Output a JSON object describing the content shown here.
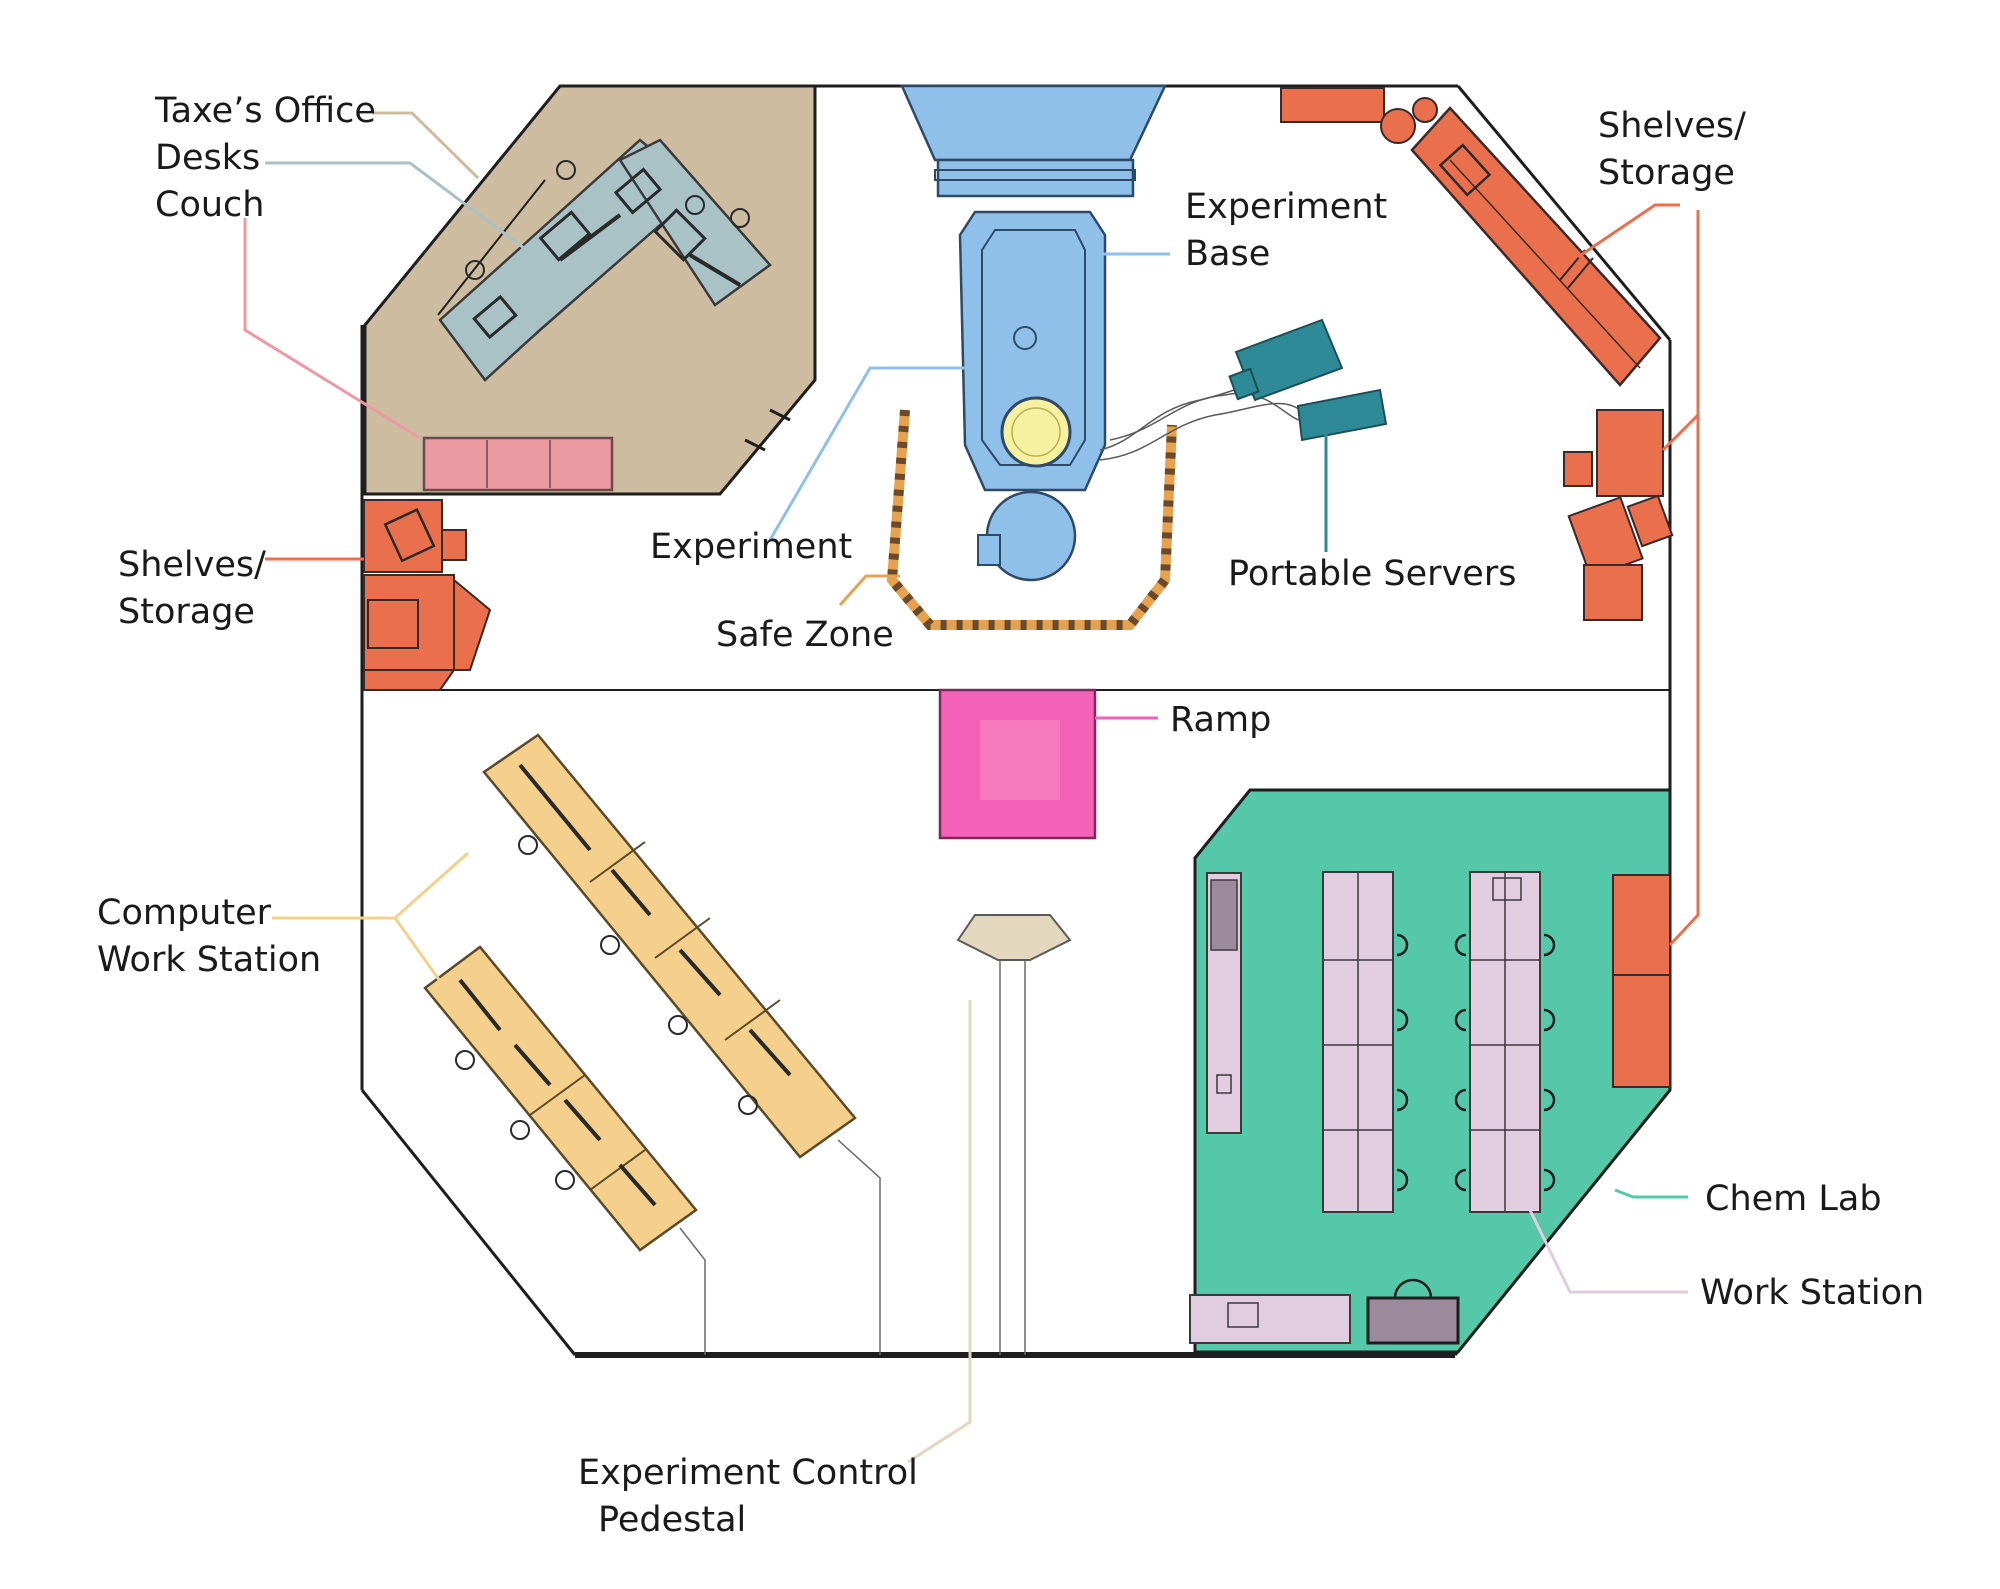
{
  "labels": {
    "taxes_office": "Taxe’s Office",
    "desks": "Desks",
    "couch": "Couch",
    "shelves_left_1": "Shelves/",
    "shelves_left_2": "Storage",
    "experiment": "Experiment",
    "safe_zone": "Safe Zone",
    "experiment_base_1": "Experiment",
    "experiment_base_2": "Base",
    "shelves_right_1": "Shelves/",
    "shelves_right_2": "Storage",
    "portable_servers": "Portable Servers",
    "ramp": "Ramp",
    "computer_ws_1": "Computer",
    "computer_ws_2": "Work Station",
    "chem_lab": "Chem Lab",
    "work_station": "Work Station",
    "pedestal_1": "Experiment Control",
    "pedestal_2": "Pedestal"
  },
  "colors": {
    "office_floor": "#cdbc9f",
    "desks": "#a9c2c6",
    "couch": "#ec9aa2",
    "storage": "#ea6f4d",
    "experiment": "#8ec0ea",
    "experiment_core": "#f5f1a0",
    "servers": "#2e8a96",
    "safe_zone": "#e7a24f",
    "ramp": "#f462b7",
    "chem_lab": "#55c8a9",
    "lab_bench": "#e2cde0",
    "computer_desk": "#f4d08c",
    "pedestal": "#e3d7bd",
    "wall": "#1e1e1e"
  }
}
